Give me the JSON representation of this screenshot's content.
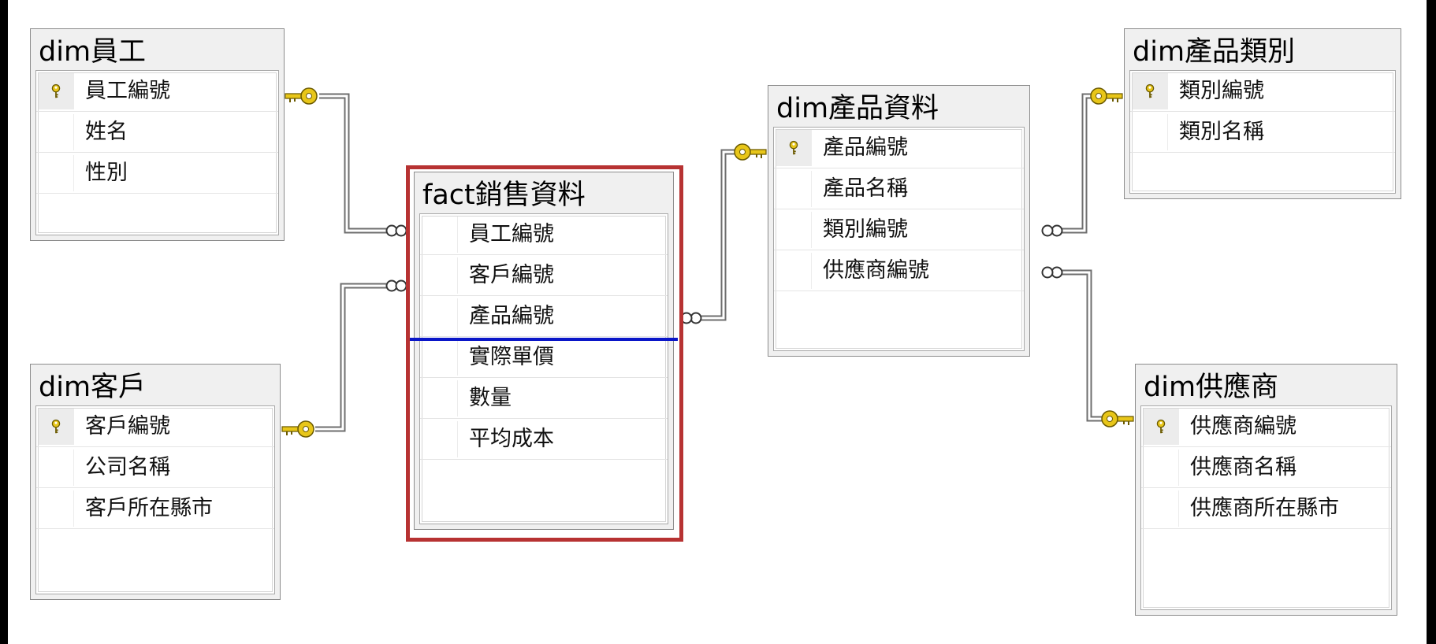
{
  "tables": {
    "employee": {
      "title": "dim員工",
      "columns": [
        {
          "label": "員工編號",
          "key": true
        },
        {
          "label": "姓名",
          "key": false
        },
        {
          "label": "性別",
          "key": false
        }
      ]
    },
    "customer": {
      "title": "dim客戶",
      "columns": [
        {
          "label": "客戶編號",
          "key": true
        },
        {
          "label": "公司名稱",
          "key": false
        },
        {
          "label": "客戶所在縣市",
          "key": false
        }
      ]
    },
    "fact": {
      "title": "fact銷售資料",
      "columns": [
        {
          "label": "員工編號",
          "key": false
        },
        {
          "label": "客戶編號",
          "key": false
        },
        {
          "label": "產品編號",
          "key": false
        },
        {
          "label": "實際單價",
          "key": false
        },
        {
          "label": "數量",
          "key": false
        },
        {
          "label": "平均成本",
          "key": false
        }
      ]
    },
    "product": {
      "title": "dim產品資料",
      "columns": [
        {
          "label": "產品編號",
          "key": true
        },
        {
          "label": "產品名稱",
          "key": false
        },
        {
          "label": "類別編號",
          "key": false
        },
        {
          "label": "供應商編號",
          "key": false
        }
      ]
    },
    "category": {
      "title": "dim產品類別",
      "columns": [
        {
          "label": "類別編號",
          "key": true
        },
        {
          "label": "類別名稱",
          "key": false
        }
      ]
    },
    "supplier": {
      "title": "dim供應商",
      "columns": [
        {
          "label": "供應商編號",
          "key": true
        },
        {
          "label": "供應商名稱",
          "key": false
        },
        {
          "label": "供應商所在縣市",
          "key": false
        }
      ]
    }
  },
  "relationships": [
    {
      "one": "employee",
      "many": "fact"
    },
    {
      "one": "customer",
      "many": "fact"
    },
    {
      "one": "product",
      "many": "fact"
    },
    {
      "one": "category",
      "many": "product"
    },
    {
      "one": "supplier",
      "many": "product"
    }
  ],
  "colors": {
    "highlight_frame": "#b73232",
    "selection_line": "#0a16c8",
    "key_icon": "#e8c619"
  }
}
